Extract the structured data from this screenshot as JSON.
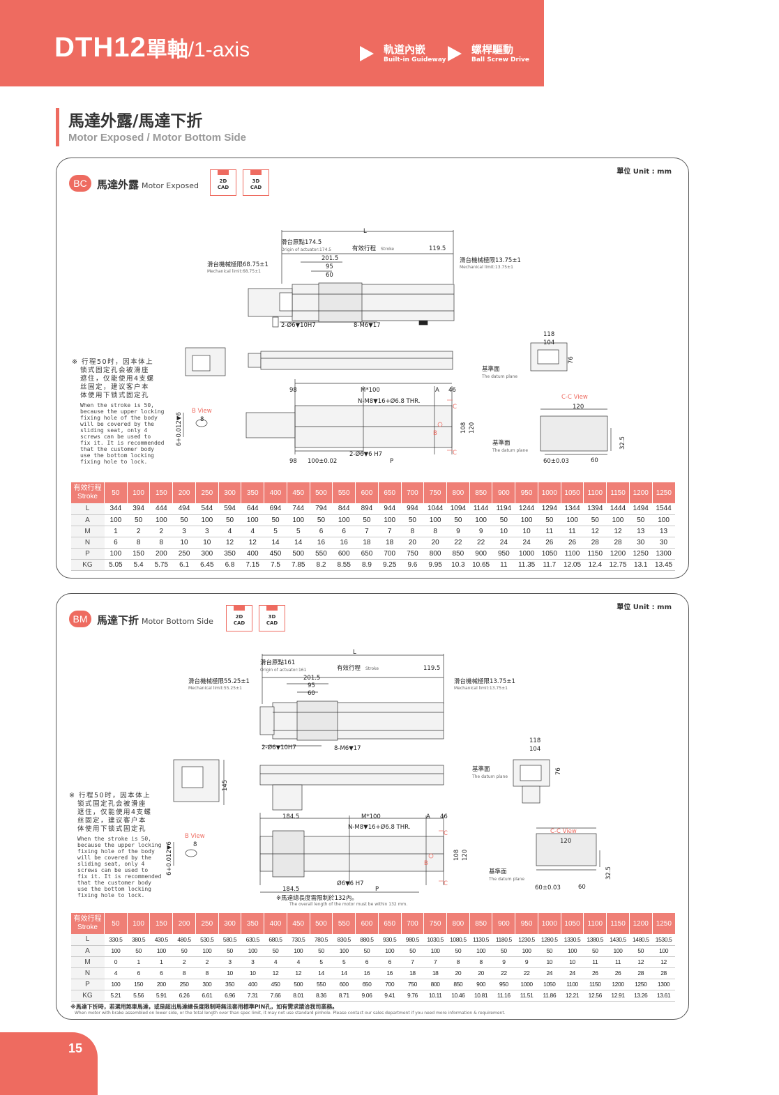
{
  "header": {
    "model": "DTH12",
    "title_cn": "單軸",
    "title_en": "/1-axis",
    "features": [
      {
        "cn": "軌道內嵌",
        "en": "Built-in Guideway"
      },
      {
        "cn": "螺桿驅動",
        "en": "Ball Screw Drive"
      }
    ]
  },
  "section": {
    "title_cn": "馬達外露/馬達下折",
    "title_en": "Motor Exposed / Motor Bottom Side"
  },
  "unit_label": "單位 Unit : mm",
  "cad_labels": [
    {
      "top": "2D",
      "bottom": "CAD"
    },
    {
      "top": "3D",
      "bottom": "CAD"
    }
  ],
  "drawing_common": {
    "L": "L",
    "stroke_cn": "有效行程",
    "stroke_en": "Stroke",
    "mech_r_cn": "滑台機械極限13.75±1",
    "mech_r_en": "Mechanical limit:13.75±1",
    "d119": "119.5",
    "d201": "201.5",
    "d95": "95",
    "d60": "60",
    "hole1": "2-Ø6▼10H7",
    "hole2": "8-M6▼17",
    "d118": "118",
    "d104": "104",
    "d76": "76",
    "datum_cn": "基準面",
    "datum_en": "The datum plane",
    "mpitch": "M*100",
    "A": "A",
    "d46": "46",
    "nthread": "N-M8▼16+Ø6.8 THR.",
    "C": "C",
    "B": "B",
    "d108": "108",
    "d120": "120",
    "cc_view": "C-C View",
    "cc120": "120",
    "cc60tol": "60±0.03",
    "cc60": "60",
    "cc325": "32.5",
    "bview": "B View",
    "b8": "8",
    "btol": "6+0.012▼6",
    "P": "P",
    "note_cn": [
      "※ 行程50时，因本体上",
      "锁式固定孔会被滑座",
      "遮住，仅能使用4支螺",
      "丝固定，建议客户本",
      "体使用下锁式固定孔"
    ],
    "note_en": [
      "When the stroke is 50,",
      "because the upper locking",
      "fixing hole of the body",
      "will be covered by the",
      "sliding seat, only 4",
      "screws can be used to",
      "fix it. It is recommended",
      "that the customer body",
      "use the bottom locking",
      "fixing hole to lock."
    ]
  },
  "panel1": {
    "badge": "BC",
    "title_cn": "馬達外露",
    "title_en": "Motor Exposed",
    "origin_cn": "滑台原點174.5",
    "origin_en": "Origin of actuator:174.5",
    "mech_l_cn": "滑台機械極限68.75±1",
    "mech_l_en": "Mechanical limit:68.75±1",
    "d98": "98",
    "d98b": "98",
    "d100tol": "100±0.02",
    "hole3": "2-Ø6▼6 H7"
  },
  "panel2": {
    "badge": "BM",
    "title_cn": "馬達下折",
    "title_en": "Motor Bottom Side",
    "origin_cn": "滑台原點161",
    "origin_en": "Origin of actuator:161",
    "mech_l_cn": "滑台機械極限55.25±1",
    "mech_l_en": "Mechanical limit:55.25±1",
    "d145": "145",
    "d184": "184.5",
    "d184b": "184.5",
    "hole3": "Ø6▼6 H7",
    "motor_note_cn": "※馬達總長度需限制於132內。",
    "motor_note_en": "The overall length of the motor must be within 132 mm.",
    "footnote_cn": "※馬達下折時，若選用煞車馬達，或是超出馬達總長度限制時無法套用標準PIN孔，如有需求請洽我司業務。",
    "footnote_en": "When motor with brake assembled on lower side, or the total length over than spec limit, it may not use standard pinhole. Please contact our sales department if you need more information & requirement."
  },
  "table1": {
    "header_cn": "有效行程",
    "header_en": "Stroke",
    "strokes": [
      "50",
      "100",
      "150",
      "200",
      "250",
      "300",
      "350",
      "400",
      "450",
      "500",
      "550",
      "600",
      "650",
      "700",
      "750",
      "800",
      "850",
      "900",
      "950",
      "1000",
      "1050",
      "1100",
      "1150",
      "1200",
      "1250"
    ],
    "rows": [
      {
        "label": "L",
        "values": [
          "344",
          "394",
          "444",
          "494",
          "544",
          "594",
          "644",
          "694",
          "744",
          "794",
          "844",
          "894",
          "944",
          "994",
          "1044",
          "1094",
          "1144",
          "1194",
          "1244",
          "1294",
          "1344",
          "1394",
          "1444",
          "1494",
          "1544"
        ]
      },
      {
        "label": "A",
        "values": [
          "100",
          "50",
          "100",
          "50",
          "100",
          "50",
          "100",
          "50",
          "100",
          "50",
          "100",
          "50",
          "100",
          "50",
          "100",
          "50",
          "100",
          "50",
          "100",
          "50",
          "100",
          "50",
          "100",
          "50",
          "100"
        ]
      },
      {
        "label": "M",
        "values": [
          "1",
          "2",
          "2",
          "3",
          "3",
          "4",
          "4",
          "5",
          "5",
          "6",
          "6",
          "7",
          "7",
          "8",
          "8",
          "9",
          "9",
          "10",
          "10",
          "11",
          "11",
          "12",
          "12",
          "13",
          "13"
        ]
      },
      {
        "label": "N",
        "values": [
          "6",
          "8",
          "8",
          "10",
          "10",
          "12",
          "12",
          "14",
          "14",
          "16",
          "16",
          "18",
          "18",
          "20",
          "20",
          "22",
          "22",
          "24",
          "24",
          "26",
          "26",
          "28",
          "28",
          "30",
          "30"
        ]
      },
      {
        "label": "P",
        "values": [
          "100",
          "150",
          "200",
          "250",
          "300",
          "350",
          "400",
          "450",
          "500",
          "550",
          "600",
          "650",
          "700",
          "750",
          "800",
          "850",
          "900",
          "950",
          "1000",
          "1050",
          "1100",
          "1150",
          "1200",
          "1250",
          "1300"
        ]
      },
      {
        "label": "KG",
        "values": [
          "5.05",
          "5.4",
          "5.75",
          "6.1",
          "6.45",
          "6.8",
          "7.15",
          "7.5",
          "7.85",
          "8.2",
          "8.55",
          "8.9",
          "9.25",
          "9.6",
          "9.95",
          "10.3",
          "10.65",
          "11",
          "11.35",
          "11.7",
          "12.05",
          "12.4",
          "12.75",
          "13.1",
          "13.45"
        ]
      }
    ]
  },
  "table2": {
    "header_cn": "有效行程",
    "header_en": "Stroke",
    "strokes": [
      "50",
      "100",
      "150",
      "200",
      "250",
      "300",
      "350",
      "400",
      "450",
      "500",
      "550",
      "600",
      "650",
      "700",
      "750",
      "800",
      "850",
      "900",
      "950",
      "1000",
      "1050",
      "1100",
      "1150",
      "1200",
      "1250"
    ],
    "rows": [
      {
        "label": "L",
        "values": [
          "330.5",
          "380.5",
          "430.5",
          "480.5",
          "530.5",
          "580.5",
          "630.5",
          "680.5",
          "730.5",
          "780.5",
          "830.5",
          "880.5",
          "930.5",
          "980.5",
          "1030.5",
          "1080.5",
          "1130.5",
          "1180.5",
          "1230.5",
          "1280.5",
          "1330.5",
          "1380.5",
          "1430.5",
          "1480.5",
          "1530.5"
        ]
      },
      {
        "label": "A",
        "values": [
          "100",
          "50",
          "100",
          "50",
          "100",
          "50",
          "100",
          "50",
          "100",
          "50",
          "100",
          "50",
          "100",
          "50",
          "100",
          "50",
          "100",
          "50",
          "100",
          "50",
          "100",
          "50",
          "100",
          "50",
          "100"
        ]
      },
      {
        "label": "M",
        "values": [
          "0",
          "1",
          "1",
          "2",
          "2",
          "3",
          "3",
          "4",
          "4",
          "5",
          "5",
          "6",
          "6",
          "7",
          "7",
          "8",
          "8",
          "9",
          "9",
          "10",
          "10",
          "11",
          "11",
          "12",
          "12"
        ]
      },
      {
        "label": "N",
        "values": [
          "4",
          "6",
          "6",
          "8",
          "8",
          "10",
          "10",
          "12",
          "12",
          "14",
          "14",
          "16",
          "16",
          "18",
          "18",
          "20",
          "20",
          "22",
          "22",
          "24",
          "24",
          "26",
          "26",
          "28",
          "28"
        ]
      },
      {
        "label": "P",
        "values": [
          "100",
          "150",
          "200",
          "250",
          "300",
          "350",
          "400",
          "450",
          "500",
          "550",
          "600",
          "650",
          "700",
          "750",
          "800",
          "850",
          "900",
          "950",
          "1000",
          "1050",
          "1100",
          "1150",
          "1200",
          "1250",
          "1300"
        ]
      },
      {
        "label": "KG",
        "values": [
          "5.21",
          "5.56",
          "5.91",
          "6.26",
          "6.61",
          "6.96",
          "7.31",
          "7.66",
          "8.01",
          "8.36",
          "8.71",
          "9.06",
          "9.41",
          "9.76",
          "10.11",
          "10.46",
          "10.81",
          "11.16",
          "11.51",
          "11.86",
          "12.21",
          "12.56",
          "12.91",
          "13.26",
          "13.61"
        ]
      }
    ]
  },
  "page_number": "15"
}
